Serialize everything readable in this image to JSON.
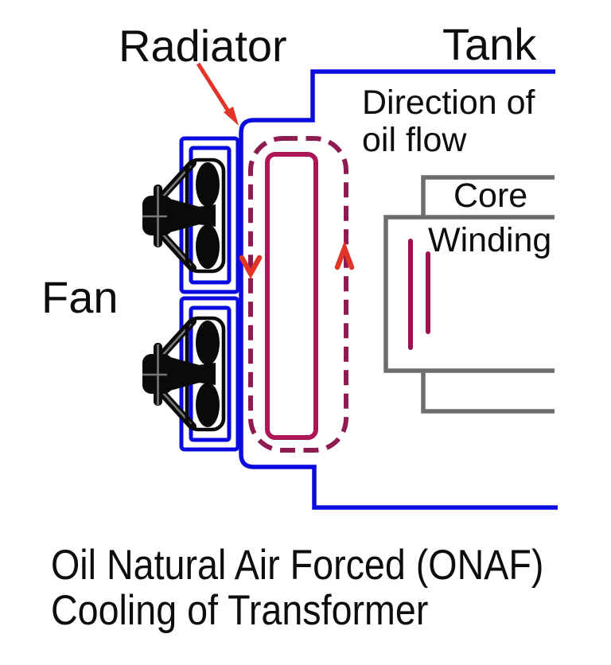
{
  "diagram": {
    "title_caption": {
      "line1": "Oil Natural Air Forced (ONAF)",
      "line2": "Cooling of Transformer"
    },
    "labels": {
      "radiator": "Radiator",
      "tank": "Tank",
      "fan": "Fan",
      "core": "Core",
      "winding": "Winding",
      "oil_flow_line1": "Direction of",
      "oil_flow_line2": "oil flow"
    },
    "components": {
      "fan_count": 2,
      "radiator_section_count": 2,
      "winding_conductor_count": 2,
      "oil_flow_direction_left": "down",
      "oil_flow_direction_right": "up"
    }
  },
  "colors": {
    "line-blue": "#0b0bdf",
    "oil-dash": "#8e1c52",
    "oil-inner": "#ae1659",
    "winding": "#9c1150",
    "core-gray": "#6d6d6d",
    "arrow-red": "#e23528",
    "ink": "#0d0d0d",
    "fan-black": "#0a0a0a",
    "strut-gray": "#777777",
    "bg": "#ffffff"
  }
}
